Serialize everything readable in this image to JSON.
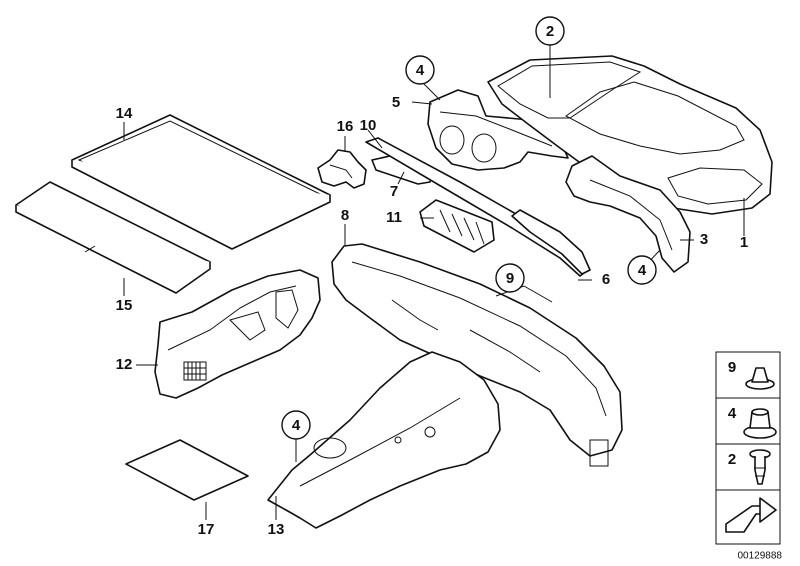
{
  "callouts": {
    "p1": "1",
    "p2": "2",
    "p3": "3",
    "p4a": "4",
    "p4b": "4",
    "p4c": "4",
    "p5": "5",
    "p6": "6",
    "p7": "7",
    "p8": "8",
    "p9": "9",
    "p10": "10",
    "p11": "11",
    "p12": "12",
    "p13": "13",
    "p14": "14",
    "p15": "15",
    "p16": "16",
    "p17": "17"
  },
  "legend": {
    "l9": "9",
    "l4": "4",
    "l2": "2"
  },
  "reference_number": "00129888"
}
